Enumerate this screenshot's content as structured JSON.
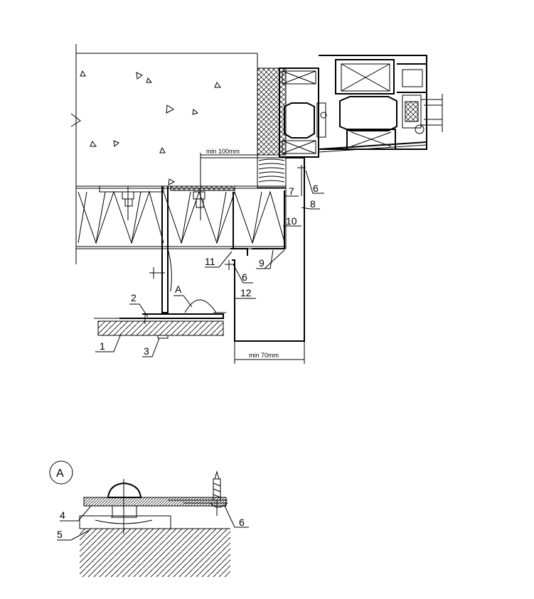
{
  "labels": {
    "l1": "1",
    "l2": "2",
    "l3": "3",
    "l4": "4",
    "l5": "5",
    "l6a": "6",
    "l6b": "6",
    "l6c": "6",
    "l7": "7",
    "l8": "8",
    "l9": "9",
    "l10": "10",
    "l11": "11",
    "l12": "12",
    "a_callout": "A",
    "detail_a": "A"
  },
  "dimensions": {
    "top": "min 100mm",
    "bottom": "min 70mm"
  },
  "colors": {
    "line": "#000000",
    "background": "#ffffff"
  }
}
